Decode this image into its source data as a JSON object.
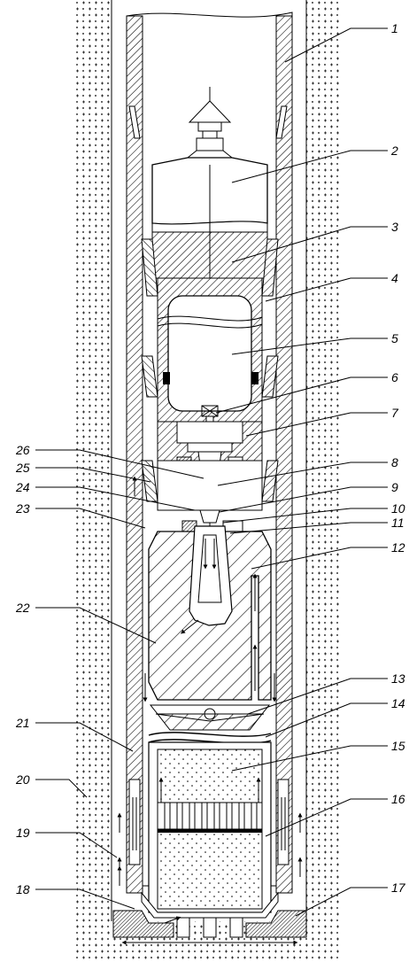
{
  "callouts": [
    {
      "label": "1"
    },
    {
      "label": "2"
    },
    {
      "label": "3"
    },
    {
      "label": "4"
    },
    {
      "label": "5"
    },
    {
      "label": "6"
    },
    {
      "label": "7"
    },
    {
      "label": "8"
    },
    {
      "label": "9"
    },
    {
      "label": "10"
    },
    {
      "label": "11"
    },
    {
      "label": "12"
    },
    {
      "label": "13"
    },
    {
      "label": "14"
    },
    {
      "label": "15"
    },
    {
      "label": "16"
    },
    {
      "label": "17"
    },
    {
      "label": "18"
    },
    {
      "label": "19"
    },
    {
      "label": "20"
    },
    {
      "label": "21"
    },
    {
      "label": "22"
    },
    {
      "label": "23"
    },
    {
      "label": "24"
    },
    {
      "label": "25"
    },
    {
      "label": "26"
    }
  ],
  "colors": {
    "ink": "#000000",
    "paper": "#ffffff"
  }
}
